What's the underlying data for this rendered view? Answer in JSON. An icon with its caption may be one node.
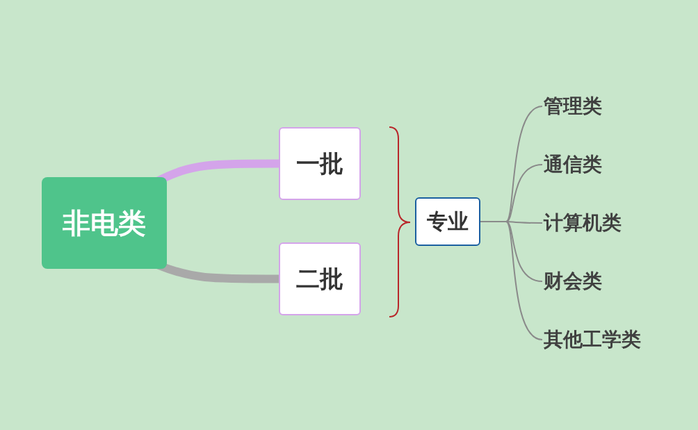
{
  "diagram": {
    "nodes": [
      {
        "text": [
          "非电类"
        ]
      },
      {
        "text": [
          "一批"
        ]
      },
      {
        "text": [
          "二批"
        ]
      },
      {
        "text": [
          "专业"
        ]
      },
      {
        "text": [
          "管理类"
        ]
      },
      {
        "text": [
          "通信类"
        ]
      },
      {
        "text": [
          "计算机类"
        ]
      },
      {
        "text": [
          "财会类"
        ]
      },
      {
        "text": [
          "其他工学类"
        ]
      }
    ],
    "edges": [
      {
        "from": 0,
        "to": 1,
        "arrow": "none",
        "style": "thick",
        "color": "#d4a4ea"
      },
      {
        "from": 0,
        "to": 2,
        "arrow": "none",
        "style": "thick",
        "color": "#a9a9a9"
      },
      {
        "from": 3,
        "to": 4,
        "arrow": "none"
      },
      {
        "from": 3,
        "to": 5,
        "arrow": "none"
      },
      {
        "from": 3,
        "to": 6,
        "arrow": "none"
      },
      {
        "from": 3,
        "to": 7,
        "arrow": "none"
      },
      {
        "from": 3,
        "to": 8,
        "arrow": "none"
      }
    ]
  }
}
